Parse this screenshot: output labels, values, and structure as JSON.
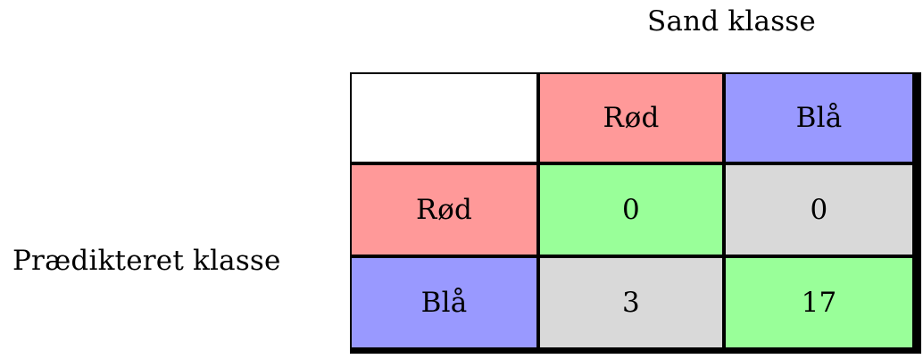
{
  "axis_titles": {
    "top": "Sand klasse",
    "left": "Prædikteret klasse"
  },
  "colors": {
    "red": "#ff9999",
    "blue": "#9999ff",
    "green": "#99ff99",
    "grey": "#d9d9d9",
    "white": "#ffffff",
    "border": "#000000"
  },
  "matrix": {
    "corner": "",
    "column_headers": [
      "Rød",
      "Blå"
    ],
    "row_headers": [
      "Rød",
      "Blå"
    ],
    "rows": [
      {
        "header": "Rød",
        "values": [
          "0",
          "0"
        ]
      },
      {
        "header": "Blå",
        "values": [
          "3",
          "17"
        ]
      }
    ]
  },
  "chart_data": {
    "type": "table",
    "title": "",
    "xlabel": "Sand klasse",
    "ylabel": "Prædikteret klasse",
    "categories": [
      "Rød",
      "Blå"
    ],
    "row_categories": [
      "Rød",
      "Blå"
    ],
    "column_categories": [
      "Rød",
      "Blå"
    ],
    "values": [
      [
        0,
        0
      ],
      [
        3,
        17
      ]
    ],
    "cell_colors": [
      [
        "#99ff99",
        "#d9d9d9"
      ],
      [
        "#d9d9d9",
        "#99ff99"
      ]
    ],
    "annotations": [
      "diagonal cells (correct predictions) shaded green",
      "off-diagonal cells (errors) shaded grey",
      "header cells colour-coded by class: Rød = #ff9999, Blå = #9999ff"
    ],
    "legend": [],
    "grid": true
  }
}
